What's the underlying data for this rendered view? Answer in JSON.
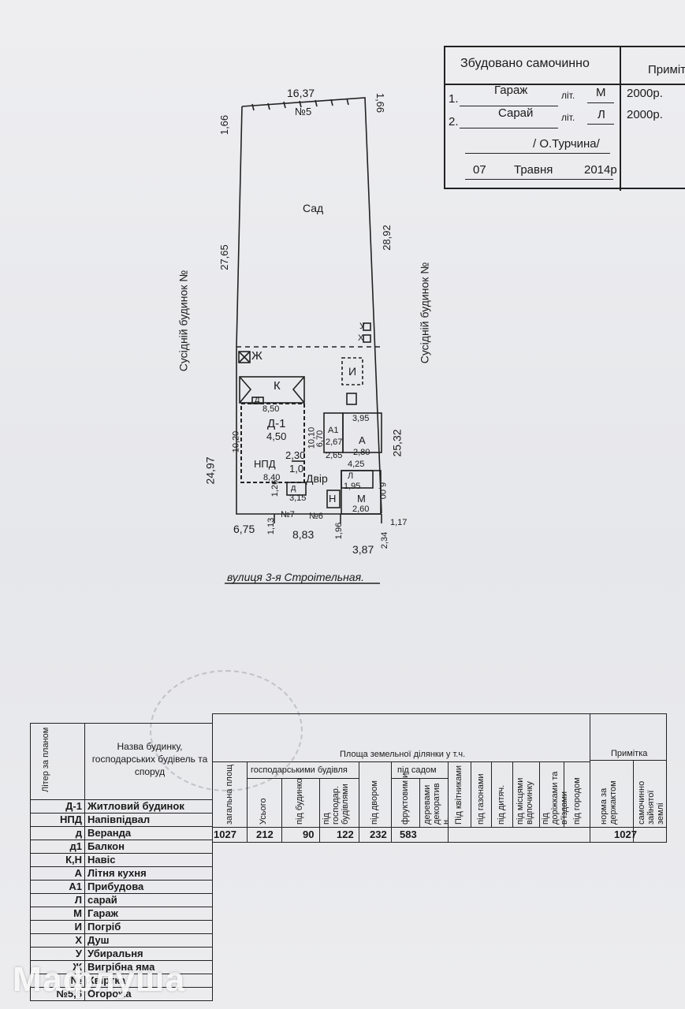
{
  "stamp": {
    "heading": "Збудовано самочинно",
    "note_heading": "Примітка",
    "items": [
      {
        "num": "1.",
        "name": "Гараж",
        "lit_label": "літ.",
        "lit": "М",
        "year": "2000р."
      },
      {
        "num": "2.",
        "name": "Сарай",
        "lit_label": "літ.",
        "lit": "Л",
        "year": "2000р."
      }
    ],
    "signature": "/ О.Турчина/",
    "date_day": "07",
    "date_month": "Травня",
    "date_year": "2014р"
  },
  "plan": {
    "dim_top": "16,37",
    "lot_top": "№5",
    "corner_left": "1,66",
    "corner_right": "1,66",
    "left_side": "27,65",
    "right_side": "28,92",
    "garden": "Сад",
    "neighbor_left": "Сусідній будинок №",
    "neighbor_right": "Сусідній будинок №",
    "pit_label": "Ж",
    "cellar_label": "И",
    "shower_label": "Х",
    "toilet_label": "У",
    "canopy_k": "К",
    "house_label": "Д-1",
    "house_veranda_top": "д",
    "house_top_width": "8,50",
    "house_depth": "10,20",
    "house_inner": "4,50",
    "npd_label": "НПД",
    "npd_w": "2,30",
    "npd_h": "1,0",
    "house_bottom": "8,40",
    "yard": "Двір",
    "balcony_d": "д",
    "balcony_w": "3,15",
    "balcony_h": "1,26",
    "a1_label": "А1",
    "a1_w": "2,67",
    "a1_h": "2,65",
    "a_label": "А",
    "a_top": "3,95",
    "a_w": "2,80",
    "a_bottom": "4,25",
    "ext_depth": "10,10",
    "ext_small": "6,70",
    "l_label": "Л",
    "l_w": "1,95",
    "m_label": "М",
    "m_w": "2,60",
    "m_h": "6,00",
    "n_label": "Н",
    "left_lower": "24,97",
    "right_lower": "25,32",
    "bottom_left": "6,75",
    "bottom_left_v": "1,13",
    "gate7": "№7",
    "fence6": "№6",
    "bottom_mid": "8,83",
    "bottom_mid_v": "1,96",
    "bottom_right": "3,87",
    "bottom_right_v": "2,34",
    "bottom_corner": "1,17",
    "street": "вулиця 3-я Строітельная."
  },
  "table": {
    "h_liter": "Літер за планом",
    "h_name": "Назва будинку, господарських будівель та споруд",
    "h_area": "Площа земельної ділянки у т.ч.",
    "h_note": "Примітка",
    "h_total": "загальна площ",
    "h_buildings": "господарськими будівля",
    "h_usogo": "Усього",
    "h_under_house": "під будинко",
    "h_under_hosp": "під господар. будівлями",
    "h_yard": "під двором",
    "h_garden": "під садом",
    "h_fruit": "фруктовим и",
    "h_decor": "деревами декоратив н.",
    "h_flowers": "Під квітниками",
    "h_lawns": "під газонами",
    "h_kids": "під дитяч.",
    "h_rest": "під місцями відпочинку",
    "h_paths": "під доріжками та в'їздами",
    "h_veg": "під городом",
    "h_norm": "норма за держактом",
    "h_self": "самочинно зайнятої землі",
    "rows": [
      {
        "lit": "Д-1",
        "name": "Житловий будинок"
      },
      {
        "lit": "НПД",
        "name": "Напівпідвал"
      },
      {
        "lit": "д",
        "name": "Веранда"
      },
      {
        "lit": "д1",
        "name": "Балкон"
      },
      {
        "lit": "К,Н",
        "name": "Навіс"
      },
      {
        "lit": "А",
        "name": "Літня кухня"
      },
      {
        "lit": "А1",
        "name": "Прибудова"
      },
      {
        "lit": "Л",
        "name": "сарай"
      },
      {
        "lit": "М",
        "name": "Гараж"
      },
      {
        "lit": "И",
        "name": "Погріб"
      },
      {
        "lit": "Х",
        "name": "Душ"
      },
      {
        "lit": "У",
        "name": "Убиральня"
      },
      {
        "lit": "Ж",
        "name": "Вигрібна яма"
      },
      {
        "lit": "№",
        "name": "Хвіртка"
      },
      {
        "lit": "№5,6",
        "name": "Огорожа"
      }
    ],
    "values": {
      "total": "1027",
      "usogo": "212",
      "house": "90",
      "hosp": "122",
      "yard": "232",
      "garden": "583",
      "norm": "1027"
    }
  },
  "watermark": "Мафлуша"
}
